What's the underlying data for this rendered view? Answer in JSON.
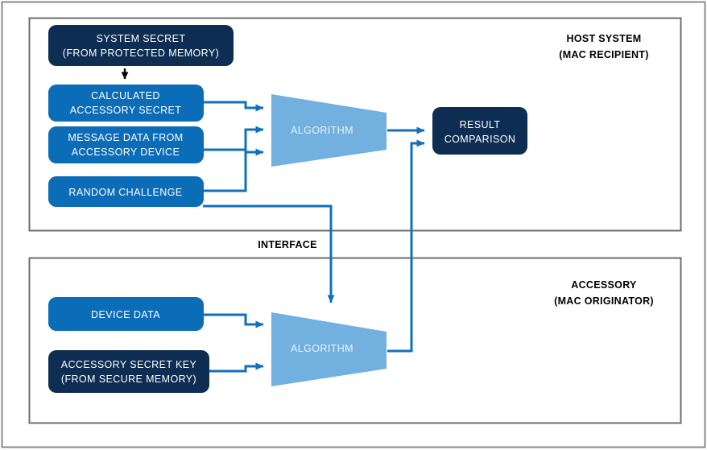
{
  "diagram": {
    "title_hidden": "",
    "colors": {
      "dark_navy": "#0d2d52",
      "medium_blue": "#0b6cb8",
      "light_blue": "#72b0e0",
      "connector_blue": "#1170bd",
      "frame_gray": "#808080",
      "white": "#ffffff",
      "black": "#000000"
    },
    "panels": [
      {
        "id": "host",
        "label_line1": "HOST SYSTEM",
        "label_line2": "(MAC RECIPIENT)"
      },
      {
        "id": "accessory",
        "label_line1": "ACCESSORY",
        "label_line2": "(MAC ORIGINATOR)"
      }
    ],
    "interface_label": "INTERFACE",
    "host_blocks": [
      {
        "id": "system-secret",
        "style": "dark",
        "line1": "SYSTEM SECRET",
        "line2": "(FROM PROTECTED MEMORY)"
      },
      {
        "id": "calculated-accessory-secret",
        "style": "medium",
        "line1": "CALCULATED",
        "line2": "ACCESSORY SECRET"
      },
      {
        "id": "message-data",
        "style": "medium",
        "line1": "MESSAGE DATA FROM",
        "line2": "ACCESSORY DEVICE"
      },
      {
        "id": "random-challenge",
        "style": "medium",
        "line1": "RANDOM CHALLENGE",
        "line2": ""
      }
    ],
    "host_algorithm": {
      "id": "host-algorithm",
      "label": "ALGORITHM"
    },
    "result_comparison": {
      "id": "result-comparison",
      "style": "dark",
      "line1": "RESULT",
      "line2": "COMPARISON"
    },
    "accessory_blocks": [
      {
        "id": "device-data",
        "style": "medium",
        "line1": "DEVICE DATA",
        "line2": ""
      },
      {
        "id": "accessory-secret-key",
        "style": "dark",
        "line1": "ACCESSORY SECRET KEY",
        "line2": "(FROM SECURE MEMORY)"
      }
    ],
    "accessory_algorithm": {
      "id": "accessory-algorithm",
      "label": "ALGORITHM"
    }
  }
}
